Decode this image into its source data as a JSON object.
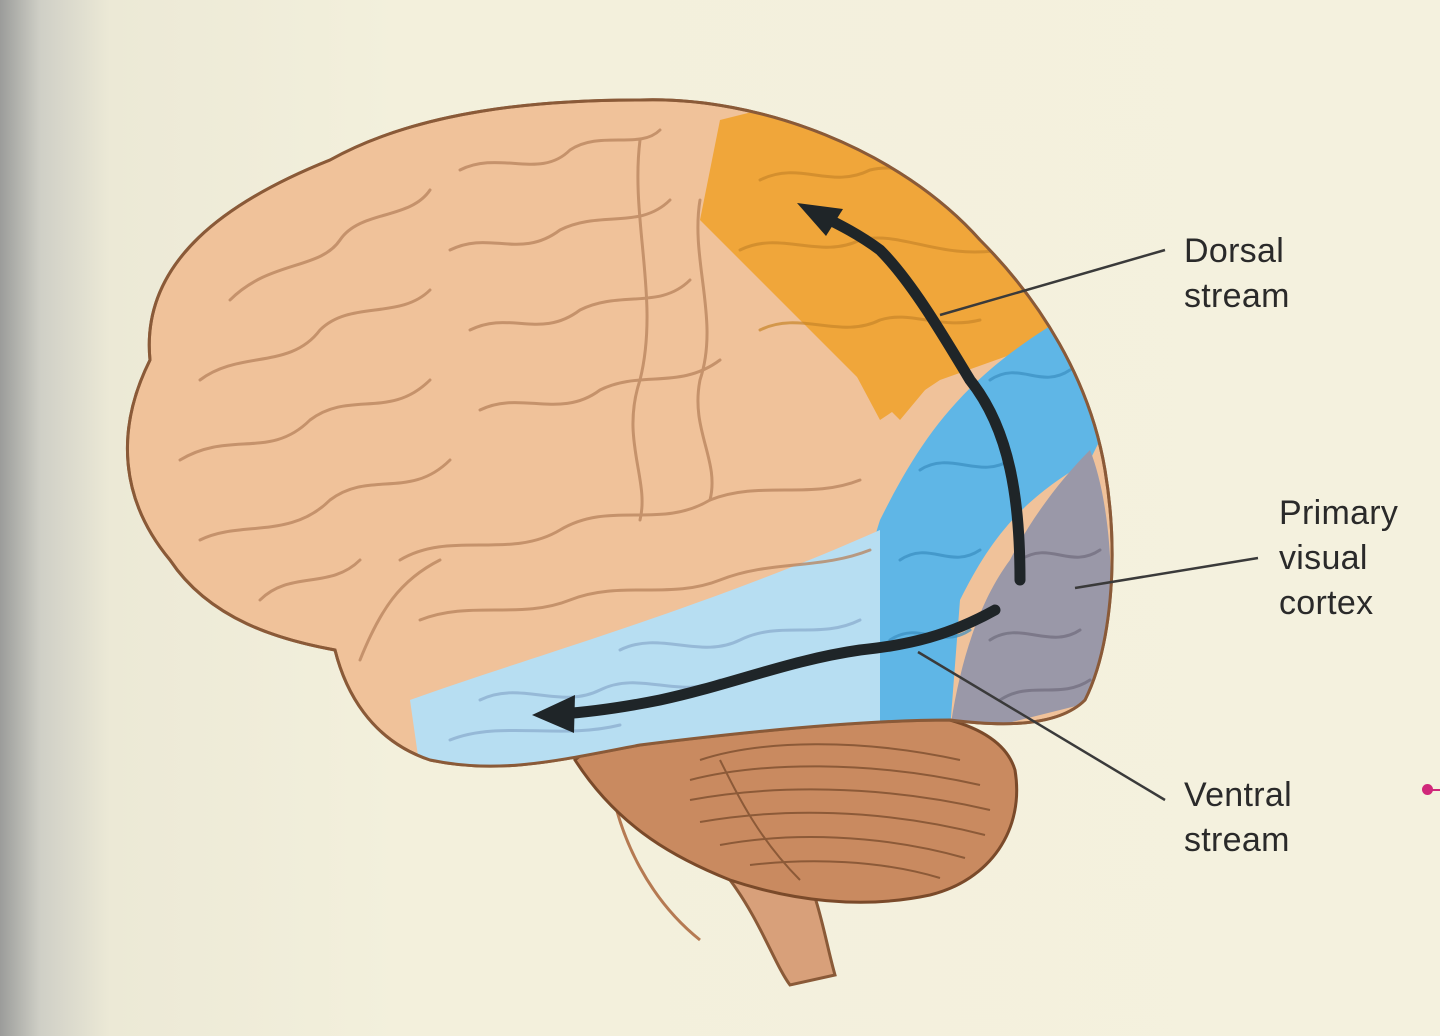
{
  "labels": {
    "dorsal": [
      "Dorsal",
      "stream"
    ],
    "primary": [
      "Primary",
      "visual",
      "cortex"
    ],
    "ventral": [
      "Ventral",
      "stream"
    ]
  },
  "colors": {
    "frontal_lobe": "#f0c29a",
    "dorsal_region": "#f0a63a",
    "ventral_region": "#b7def2",
    "extrastriate_region": "#5fb6e6",
    "primary_visual_cortex": "#9a98a8",
    "cerebellum": "#c98a60",
    "brainstem": "#d8a07a",
    "arrow": "#1f2528",
    "leader_line": "#3a3a3a",
    "marker": "#d0287a"
  }
}
